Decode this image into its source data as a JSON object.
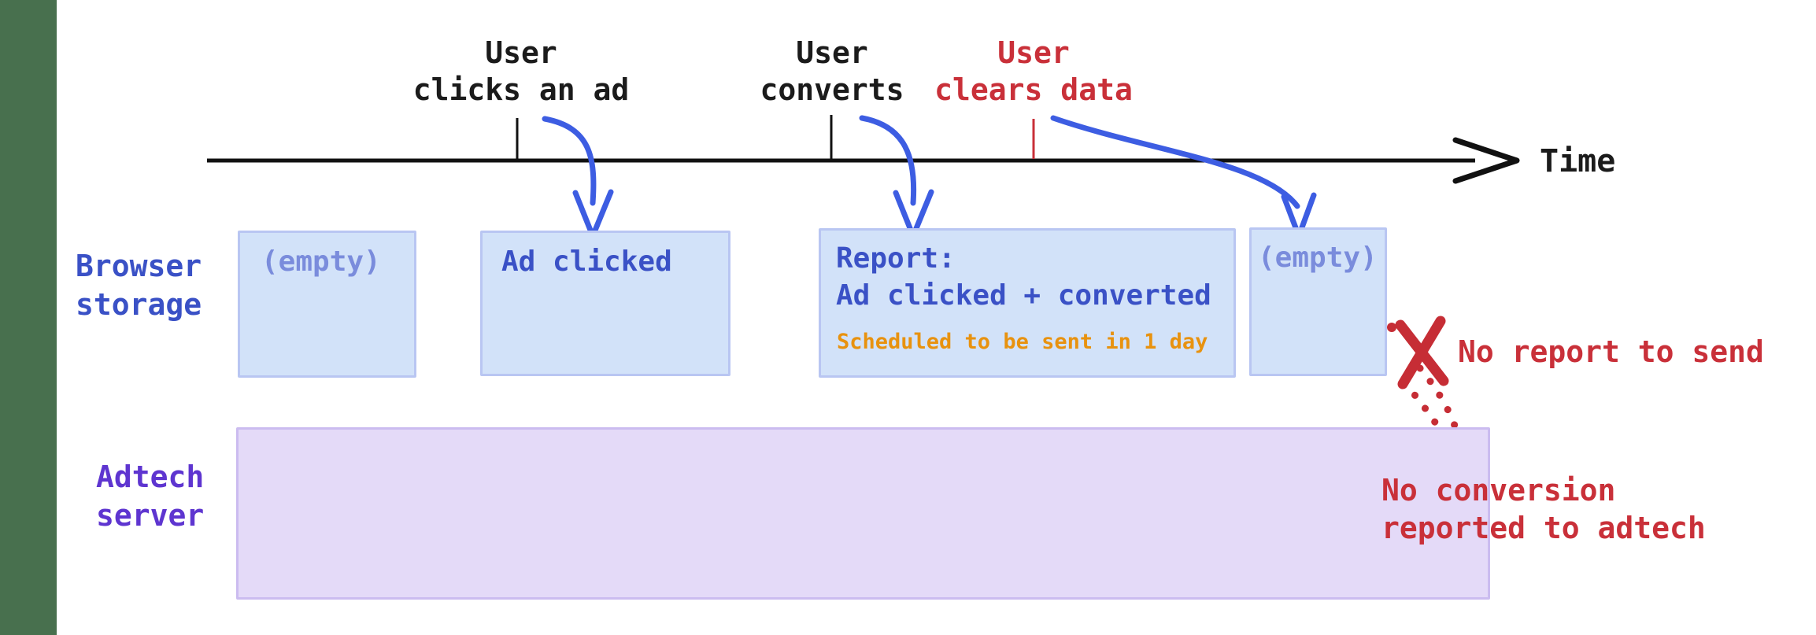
{
  "colors": {
    "background": "#ffffff",
    "left_stripe": "#48704e",
    "timeline_line": "#111111",
    "blue_text": "#3a51c6",
    "blue_arrow": "#3d5de2",
    "storage_box_fill": "#d2e2f9",
    "storage_box_border": "#b9c6f2",
    "empty_text": "#7a8cdc",
    "server_label_text": "#5e35d0",
    "server_box_fill": "#e4daf8",
    "server_box_border": "#cbbcf0",
    "red": "#c93039",
    "orange": "#e8920f"
  },
  "timeline": {
    "time_label": "Time",
    "events": [
      {
        "line1": "User",
        "line2": "clicks an ad"
      },
      {
        "line1": "User",
        "line2": "converts"
      },
      {
        "line1": "User",
        "line2": "clears data"
      }
    ]
  },
  "storage_row": {
    "label_line1": "Browser",
    "label_line2": "storage",
    "boxes": {
      "box1": {
        "text": "(empty)"
      },
      "box2": {
        "text": "Ad clicked"
      },
      "box3": {
        "title": "Report:",
        "body": "Ad clicked + converted",
        "note": "Scheduled to be sent in 1 day"
      },
      "box4": {
        "text": "(empty)"
      }
    }
  },
  "server_row": {
    "label_line1": "Adtech",
    "label_line2": "server"
  },
  "annotations": {
    "no_report": "No report to send",
    "no_conversion_line1": "No conversion",
    "no_conversion_line2": "reported to adtech"
  }
}
